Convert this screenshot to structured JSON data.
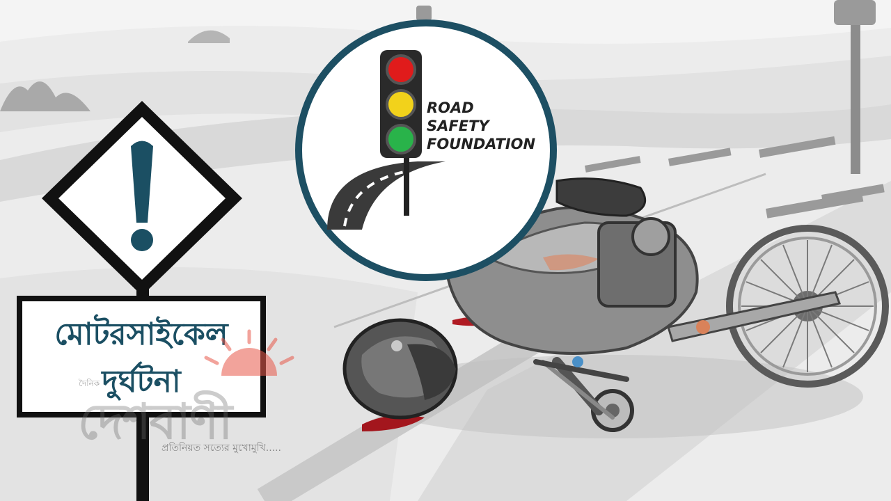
{
  "sign": {
    "line1": "মোটরসাইকেল",
    "line2": "দুর্ঘটনা"
  },
  "logo": {
    "line1": "ROAD",
    "line2": "SAFETY",
    "line3": "FOUNDATION"
  },
  "watermark": {
    "top": "দৈনিক",
    "name": "দেশবাণী",
    "tagline": "প্রতিনিয়ত সত্যের মুখোমুখি....."
  },
  "colors": {
    "ring": "#1d4f63",
    "sign_text": "#1b4f63",
    "light_red": "#e01b1b",
    "light_yellow": "#f2d21b",
    "light_green": "#29b34a",
    "sun": "#e8584a"
  }
}
